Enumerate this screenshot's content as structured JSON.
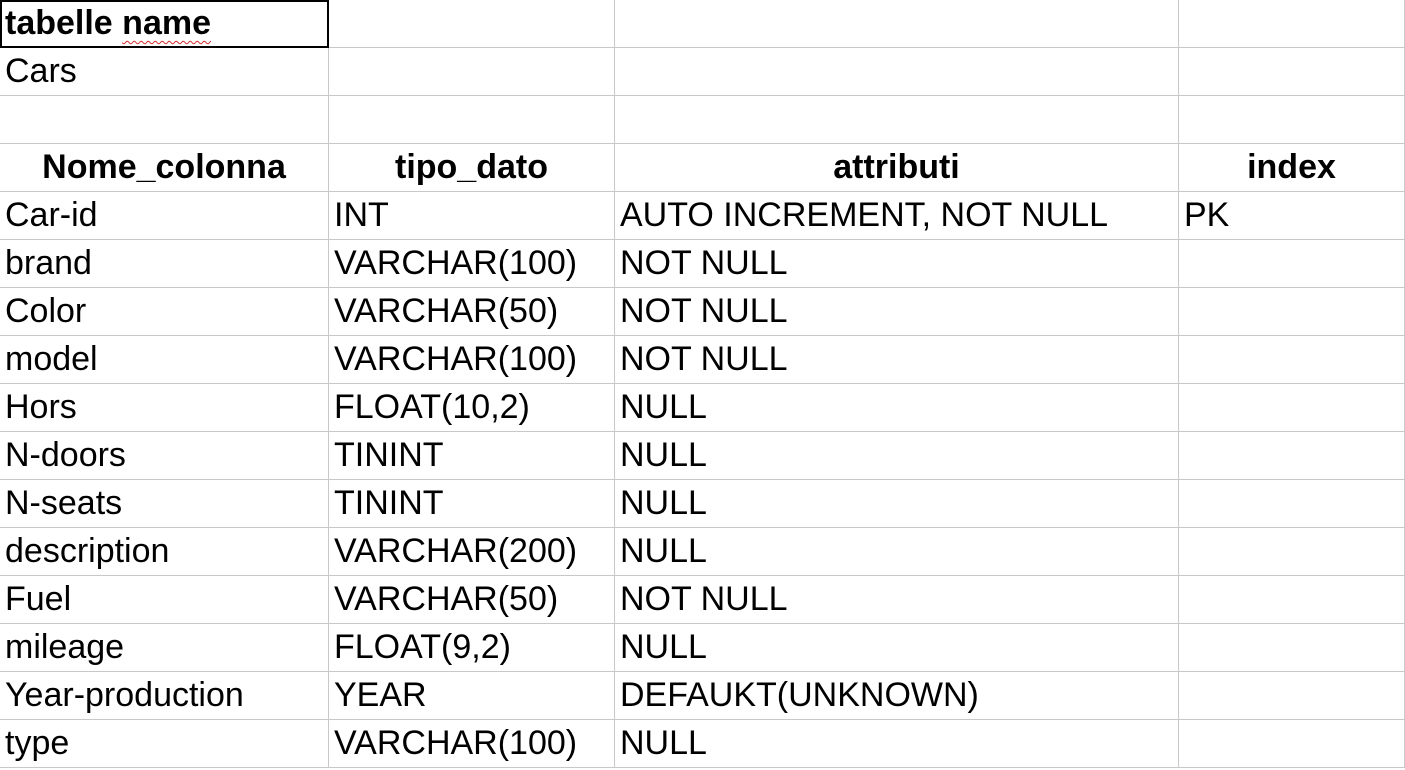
{
  "sheet": {
    "table_name_label_part1": "tabelle",
    "table_name_label_part2": "name",
    "table_name_value": "Cars",
    "headers": [
      "Nome_colonna",
      "tipo_dato",
      "attributi",
      "index"
    ],
    "rows": [
      [
        "Car-id",
        "INT",
        "AUTO INCREMENT, NOT NULL",
        "PK"
      ],
      [
        "brand",
        "VARCHAR(100)",
        "NOT NULL",
        ""
      ],
      [
        "Color",
        "VARCHAR(50)",
        "NOT NULL",
        ""
      ],
      [
        "model",
        "VARCHAR(100)",
        "NOT NULL",
        ""
      ],
      [
        "Hors",
        "FLOAT(10,2)",
        "NULL",
        ""
      ],
      [
        "N-doors",
        "TININT",
        "NULL",
        ""
      ],
      [
        "N-seats",
        "TININT",
        "NULL",
        ""
      ],
      [
        "description",
        "VARCHAR(200)",
        "NULL",
        ""
      ],
      [
        "Fuel",
        "VARCHAR(50)",
        "NOT NULL",
        ""
      ],
      [
        "mileage",
        "FLOAT(9,2)",
        "NULL",
        ""
      ],
      [
        "Year-production",
        "YEAR",
        "DEFAUKT(UNKNOWN)",
        ""
      ],
      [
        "type",
        "VARCHAR(100)",
        "NULL",
        ""
      ]
    ]
  },
  "colors": {
    "gridline": "#c8c8c8",
    "spellcheck_underline": "#d62a2a",
    "selection_border": "#000000"
  }
}
